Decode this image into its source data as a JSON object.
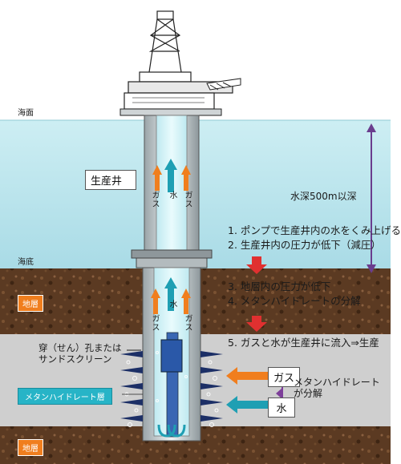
{
  "labels": {
    "sea_surface": "海面",
    "seabed": "海底",
    "production_well": "生産井",
    "water_depth": "水深500m以深",
    "stratum_upper": "地層",
    "stratum_lower": "地層",
    "methane_layer": "メタンハイドレート層",
    "perforation": "穿（せん）孔または\nサンドスクリーン",
    "gas_box": "ガス",
    "water_box": "水",
    "decompose": "メタンハイドレート\nが分解",
    "pipe_water": "水",
    "pipe_gas": "ガス"
  },
  "steps": [
    "1. ポンプで生産井内の水をくみ上げる",
    "2. 生産井内の圧力が低下（減圧）",
    "3. 地層内の圧力が低下",
    "4. メタンハイドレートの分解",
    "5. ガスと水が生産井に流入⇒生産"
  ],
  "colors": {
    "sea": "#bfe6ee",
    "soil": "#5a3a24",
    "methane": "#cfcfcf",
    "gas_arrow": "#f07e1e",
    "water_arrow": "#1f9fb3",
    "step_arrow": "#e03030"
  }
}
